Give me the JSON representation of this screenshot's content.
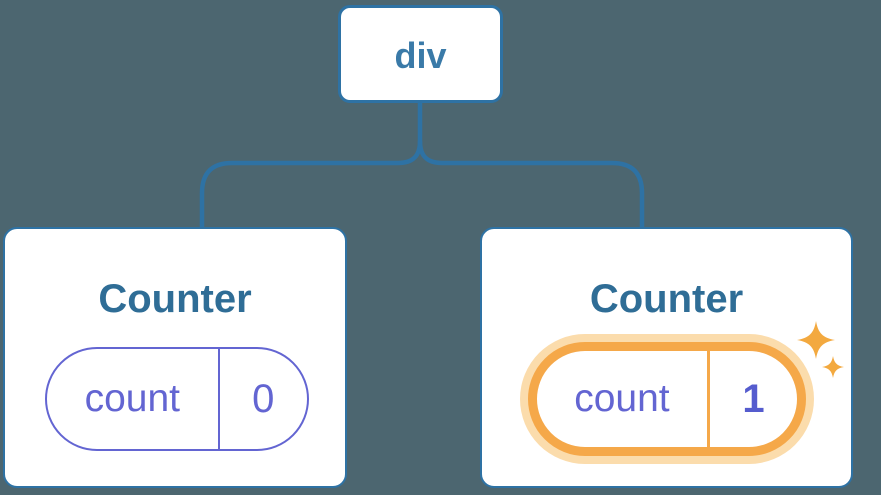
{
  "colors": {
    "background": "#4C6670",
    "connector_blue": "#2E72A4",
    "card_border_blue": "#2E72A4",
    "card_background": "#FFFFFF",
    "root_label_blue": "#3A7AA8",
    "title_blue": "#2F6D96",
    "state_purple": "#6365D2",
    "state_value_bold_purple": "#555CCE",
    "highlight_orange": "#F5A849",
    "highlight_halo_orange": "#FBDCAC",
    "sparkle_orange": "#F3A93F"
  },
  "tree": {
    "root": {
      "label": "div"
    },
    "children": [
      {
        "title": "Counter",
        "state": {
          "key": "count",
          "value": "0"
        },
        "highlighted": false
      },
      {
        "title": "Counter",
        "state": {
          "key": "count",
          "value": "1"
        },
        "highlighted": true
      }
    ]
  }
}
